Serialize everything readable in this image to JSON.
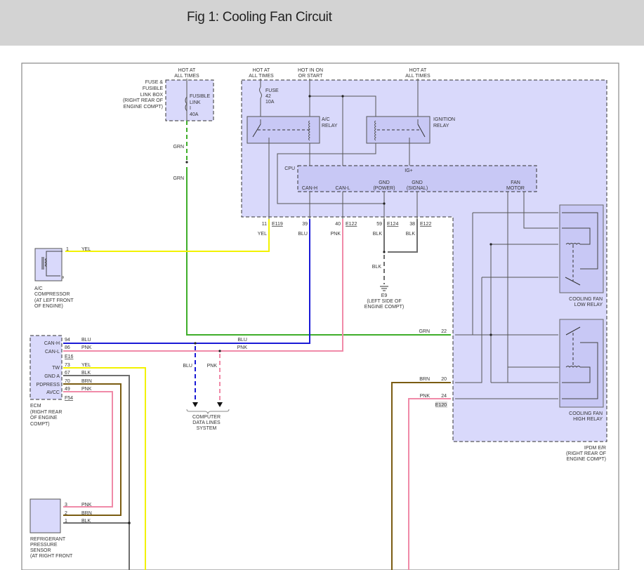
{
  "header": {
    "title": "Fig 1: Cooling Fan Circuit"
  },
  "colors": {
    "module_fill": "#d9d9fb",
    "relay_fill": "#c8c8f5",
    "wire_grn": "#3fae2a",
    "wire_yel": "#f2f200",
    "wire_blu": "#1a1ad6",
    "wire_pnk": "#f08aa8",
    "wire_blk": "#6e6e6e",
    "wire_brn": "#7a5c12",
    "internal": "#555555"
  },
  "fuse_box": {
    "supply": [
      "HOT AT",
      "ALL TIMES"
    ],
    "name": [
      "FUSE &",
      "FUSIBLE",
      "LINK BOX",
      "(RIGHT REAR OF",
      "ENGINE COMPT)"
    ],
    "link": [
      "FUSIBLE",
      "LINK",
      "I",
      "40A"
    ],
    "wire1": "GRN",
    "wire2": "GRN"
  },
  "ipdm": {
    "supply_left": [
      "HOT AT",
      "ALL TIMES"
    ],
    "supply_mid": [
      "HOT IN ON",
      "OR START"
    ],
    "supply_right": [
      "HOT AT",
      "ALL TIMES"
    ],
    "fuse": [
      "FUSE",
      "42",
      "10A"
    ],
    "ac_relay": [
      "A/C",
      "RELAY"
    ],
    "ign_relay": [
      "IGNITION",
      "RELAY"
    ],
    "cpu_label": "CPU",
    "cpu_ig": "IG+",
    "cpu_pins": {
      "can_h": "CAN-H",
      "can_l": "CAN-L",
      "gnd_power": [
        "GND",
        "(POWER)"
      ],
      "gnd_signal": [
        "GND",
        "(SIGNAL)"
      ],
      "fan_motor": [
        "FAN",
        "MOTOR"
      ]
    },
    "low_relay": [
      "COOLING FAN",
      "LOW RELAY"
    ],
    "high_relay": [
      "COOLING FAN",
      "HIGH RELAY"
    ],
    "name": [
      "IPDM E/R",
      "(RIGHT REAR OF",
      "ENGINE COMPT)"
    ]
  },
  "bottom_pins": [
    {
      "pin": "11",
      "conn": "E119",
      "color": "YEL"
    },
    {
      "pin": "39",
      "conn": "",
      "color": "BLU"
    },
    {
      "pin": "40",
      "conn": "E122",
      "color": "PNK"
    },
    {
      "pin": "59",
      "conn": "E124",
      "color": "BLK"
    },
    {
      "pin": "38",
      "conn": "E122",
      "color": "BLK"
    }
  ],
  "ground": {
    "wire": "BLK",
    "name": [
      "E9",
      "(LEFT SIDE OF",
      "ENGINE COMPT)"
    ]
  },
  "side_pins": [
    {
      "pin": "22",
      "color": "GRN"
    },
    {
      "pin": "20",
      "color": "BRN"
    },
    {
      "pin": "24",
      "color": "PNK",
      "conn": "E120"
    }
  ],
  "compressor": {
    "pin": "1",
    "wire": "YEL",
    "name": [
      "A/C",
      "COMPRESSOR",
      "(AT LEFT FRONT",
      "OF ENGINE)"
    ]
  },
  "ecm": {
    "pins": [
      {
        "name": "CAN-H",
        "pin": "94",
        "color": "BLU"
      },
      {
        "name": "CAN-L",
        "pin": "86",
        "color": "PNK"
      },
      {
        "name": "TW",
        "pin": "73",
        "color": "YEL"
      },
      {
        "name": "GND A",
        "pin": "67",
        "color": "BLK"
      },
      {
        "name": "PDPRESS",
        "pin": "70",
        "color": "BRN"
      },
      {
        "name": "AVCC",
        "pin": "49",
        "color": "PNK"
      }
    ],
    "conn1": "E16",
    "conn2": "F54",
    "name": [
      "ECM",
      "(RIGHT REAR",
      "OF ENGINE",
      "COMPT)"
    ]
  },
  "data_lines": {
    "blu_upper": "BLU",
    "pnk_upper": "PNK",
    "blu_drop": "BLU",
    "pnk_drop": "PNK",
    "name": [
      "COMPUTER",
      "DATA LINES",
      "SYSTEM"
    ]
  },
  "sensor": {
    "pins": [
      {
        "pin": "3",
        "color": "PNK"
      },
      {
        "pin": "2",
        "color": "BRN"
      },
      {
        "pin": "1",
        "color": "BLK"
      }
    ],
    "name": [
      "REFRIGERANT",
      "PRESSURE",
      "SENSOR",
      "(AT RIGHT FRONT"
    ]
  }
}
